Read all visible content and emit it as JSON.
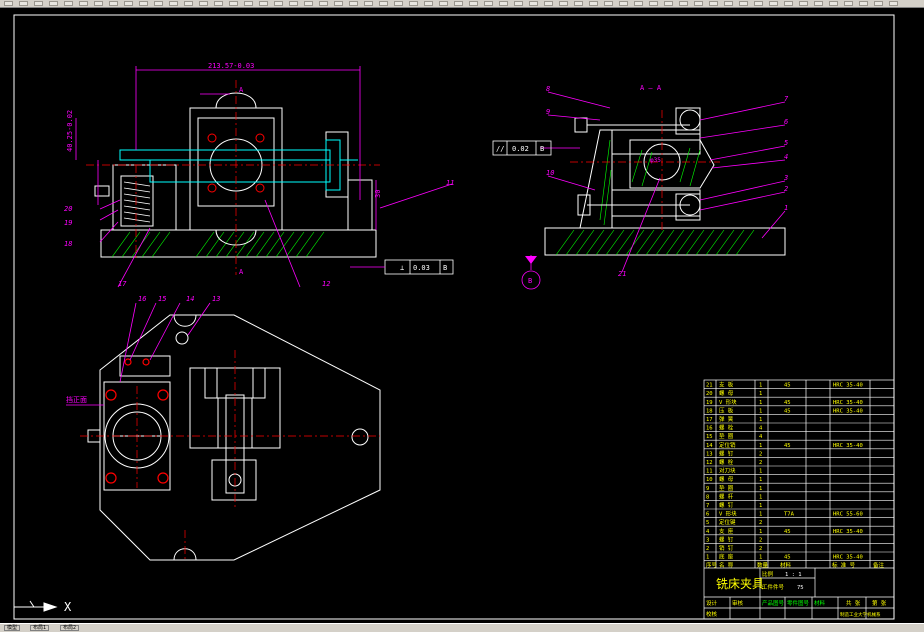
{
  "drawing": {
    "title_block_name": "铣床夹具",
    "scale_label": "比例",
    "scale_value": "1 : 1",
    "qty_label": "工件件号",
    "qty_value": "75",
    "school_text": "制造工业大学机械系",
    "view_label_aa": "A — A",
    "section_a_top": "A",
    "section_a_bottom": "A",
    "datum_b": "B",
    "dim_width": "213.57-0.03",
    "dim_height": "30",
    "dim_side": "40.25-0.02",
    "tol_flat": "0.02",
    "tol_perp": "0.03",
    "datum_ref": "B",
    "bore_label": "φ35",
    "angle_note": "挡正面"
  },
  "balloons_front": [
    "17",
    "18",
    "19",
    "20",
    "11",
    "12"
  ],
  "balloons_side": [
    "8",
    "9",
    "10",
    "7",
    "6",
    "5",
    "4",
    "3",
    "2",
    "1",
    "21"
  ],
  "balloons_top": [
    "16",
    "15",
    "14",
    "13"
  ],
  "bom": {
    "rows": [
      {
        "no": "21",
        "name": "支  板",
        "qty": "1",
        "mat": "45",
        "note": "HRC 35-40"
      },
      {
        "no": "20",
        "name": "螺  母",
        "qty": "1",
        "mat": "",
        "note": ""
      },
      {
        "no": "19",
        "name": "V 形块",
        "qty": "1",
        "mat": "45",
        "note": "HRC 35-40"
      },
      {
        "no": "18",
        "name": "压  板",
        "qty": "1",
        "mat": "45",
        "note": "HRC 35-40"
      },
      {
        "no": "17",
        "name": "弹  簧",
        "qty": "1",
        "mat": "",
        "note": ""
      },
      {
        "no": "16",
        "name": "螺  栓",
        "qty": "4",
        "mat": "",
        "note": ""
      },
      {
        "no": "15",
        "name": "垫  圈",
        "qty": "4",
        "mat": "",
        "note": ""
      },
      {
        "no": "14",
        "name": "定位销",
        "qty": "1",
        "mat": "45",
        "note": "HRC 35-40"
      },
      {
        "no": "13",
        "name": "螺  钉",
        "qty": "2",
        "mat": "",
        "note": ""
      },
      {
        "no": "12",
        "name": "螺  栓",
        "qty": "2",
        "mat": "",
        "note": ""
      },
      {
        "no": "11",
        "name": "对刀块",
        "qty": "1",
        "mat": "",
        "note": ""
      },
      {
        "no": "10",
        "name": "螺  母",
        "qty": "1",
        "mat": "",
        "note": ""
      },
      {
        "no": "9",
        "name": "垫  圈",
        "qty": "1",
        "mat": "",
        "note": ""
      },
      {
        "no": "8",
        "name": "螺  杆",
        "qty": "1",
        "mat": "",
        "note": ""
      },
      {
        "no": "7",
        "name": "螺  钉",
        "qty": "1",
        "mat": "",
        "note": ""
      },
      {
        "no": "6",
        "name": "V 形块",
        "qty": "1",
        "mat": "T7A",
        "note": "HRC 55-60"
      },
      {
        "no": "5",
        "name": "定位键",
        "qty": "2",
        "mat": "",
        "note": ""
      },
      {
        "no": "4",
        "name": "支  座",
        "qty": "1",
        "mat": "45",
        "note": "HRC 35-40"
      },
      {
        "no": "3",
        "name": "螺  钉",
        "qty": "2",
        "mat": "",
        "note": ""
      },
      {
        "no": "2",
        "name": "销  钉",
        "qty": "2",
        "mat": "",
        "note": ""
      },
      {
        "no": "1",
        "name": "底  座",
        "qty": "1",
        "mat": "45",
        "note": "HRC 35-40"
      }
    ],
    "header": {
      "no": "序号",
      "name": "名  称",
      "qty": "数量",
      "mat": "材料",
      "std": "标 准 号",
      "note": "备注"
    },
    "sign_row": [
      "设计",
      "校核",
      "审核",
      "产品图号",
      "零件图号",
      "材料",
      "共  张",
      "第  张"
    ]
  },
  "statusbar": {
    "tab1": "模型",
    "tab2": "布局1",
    "tab3": "布局2"
  },
  "command": {
    "cross": "X"
  }
}
